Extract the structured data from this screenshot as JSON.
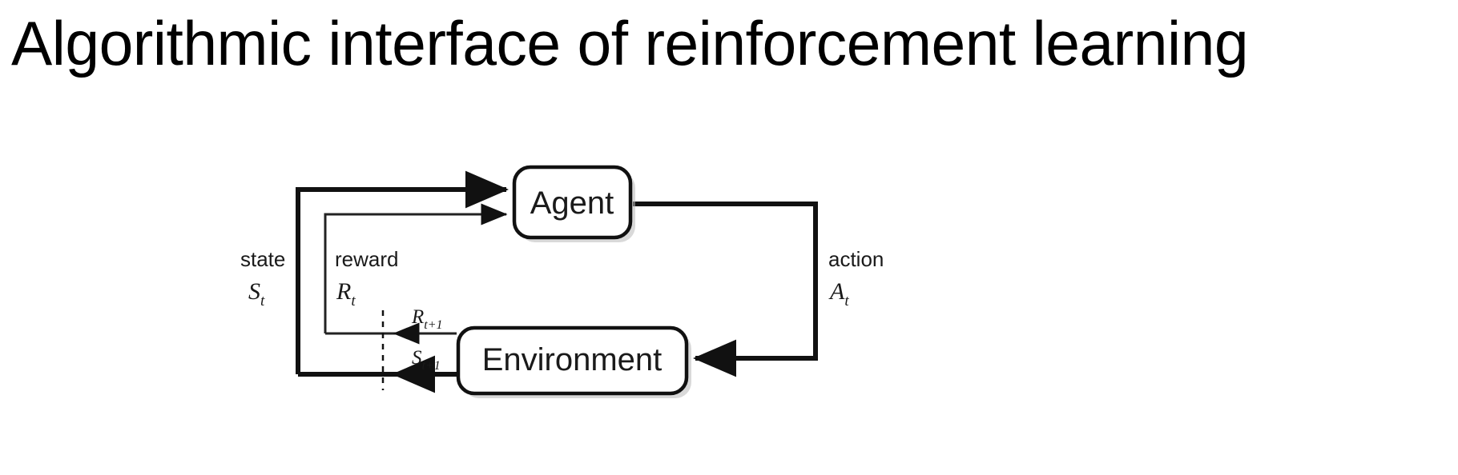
{
  "slide": {
    "title": "Algorithmic interface of reinforcement learning",
    "background_color": "#ffffff",
    "text_color": "#000000"
  },
  "diagram": {
    "name": "agent-environment-interaction-loop",
    "type": "flow-diagram",
    "nodes": [
      {
        "id": "agent",
        "label": "Agent"
      },
      {
        "id": "environment",
        "label": "Environment"
      }
    ],
    "edge_labels": {
      "state_word": "state",
      "state_symbol": "S",
      "state_subscript": "t",
      "reward_word": "reward",
      "reward_symbol": "R",
      "reward_subscript": "t",
      "action_word": "action",
      "action_symbol": "A",
      "action_subscript": "t",
      "next_reward_symbol": "R",
      "next_reward_subscript": "t+1",
      "next_state_symbol": "S",
      "next_state_subscript": "t+1"
    },
    "colors": {
      "stroke": "#111111",
      "thin_stroke": "#222222",
      "box_fill": "#ffffff",
      "shadow": "#b9b9b9"
    }
  }
}
